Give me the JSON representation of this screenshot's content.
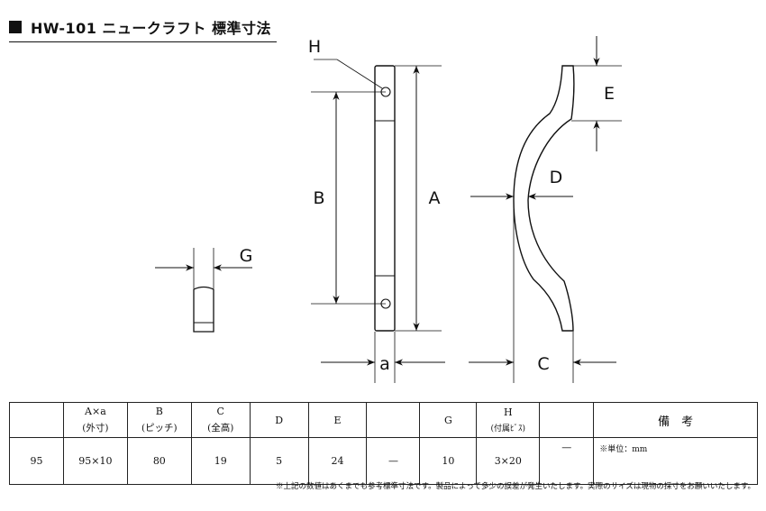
{
  "title": "HW-101 ニュークラフト 標準寸法",
  "labels": {
    "H": "H",
    "B": "B",
    "A": "A",
    "a": "a",
    "E": "E",
    "D": "D",
    "C": "C",
    "G": "G"
  },
  "table": {
    "headers": [
      {
        "main": "",
        "sub": ""
      },
      {
        "main": "A×a",
        "sub": "(外寸)"
      },
      {
        "main": "B",
        "sub": "(ピッチ)"
      },
      {
        "main": "C",
        "sub": "(全高)"
      },
      {
        "main": "D",
        "sub": ""
      },
      {
        "main": "E",
        "sub": ""
      },
      {
        "main": "",
        "sub": ""
      },
      {
        "main": "G",
        "sub": ""
      },
      {
        "main": "H",
        "sub": "(付属ﾋﾞｽ)"
      },
      {
        "main": "",
        "sub": ""
      },
      {
        "main": "備　考",
        "sub": ""
      }
    ],
    "row": [
      "95",
      "95×10",
      "80",
      "19",
      "5",
      "24",
      "—",
      "10",
      "3×20",
      "—"
    ],
    "remark": "※単位：mm"
  },
  "footnote": "※上記の数値はあくまでも参考標準寸法です。製品によって多少の誤差が発生いたします。実際のサイズは現物の採寸をお願いいたします。"
}
